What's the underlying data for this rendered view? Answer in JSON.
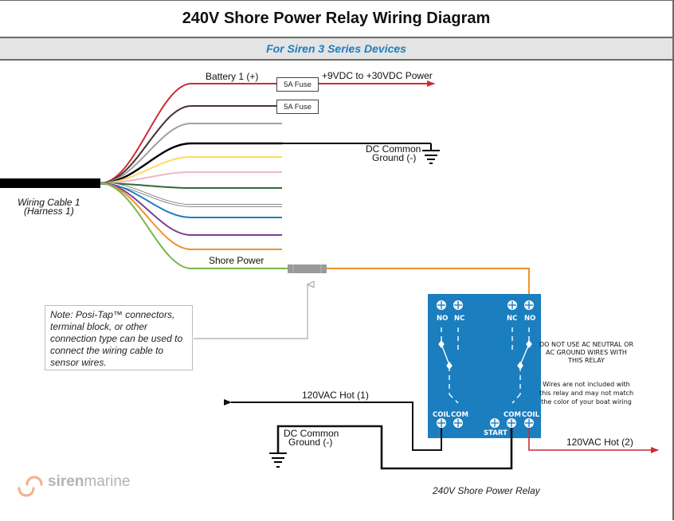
{
  "header": {
    "title": "240V Shore Power Relay Wiring Diagram",
    "subtitle": "For Siren 3 Series Devices"
  },
  "colors": {
    "subtitle_text": "#1a7ebf",
    "relay_body": "#1a7ebf",
    "hot_wire": "#cc2b36",
    "orange_wire": "#f0922b",
    "green_wire": "#7ab648",
    "logo_icon": "#f2b48f"
  },
  "harness": {
    "label_line1": "Wiring Cable 1",
    "label_line2": "(Harness 1)",
    "wires": [
      {
        "color": "#cc2b36",
        "name": "red",
        "label": "Battery 1 (+)"
      },
      {
        "color": "#4a3232",
        "name": "brown",
        "label": ""
      },
      {
        "color": "#a0a0a0",
        "name": "gray",
        "label": ""
      },
      {
        "color": "#000000",
        "name": "black",
        "label": ""
      },
      {
        "color": "#ffd966",
        "name": "yellow",
        "label": ""
      },
      {
        "color": "#f4b6c8",
        "name": "pink",
        "label": ""
      },
      {
        "color": "#2e6b30",
        "name": "dark-green",
        "label": ""
      },
      {
        "color": "#ffffff",
        "name": "white",
        "label": ""
      },
      {
        "color": "#1f7fc0",
        "name": "blue",
        "label": ""
      },
      {
        "color": "#7a3f97",
        "name": "purple",
        "label": ""
      },
      {
        "color": "#f0922b",
        "name": "orange",
        "label": ""
      },
      {
        "color": "#7ab648",
        "name": "green",
        "label": "Shore Power"
      }
    ]
  },
  "fuses": [
    {
      "label": "5A Fuse"
    },
    {
      "label": "5A Fuse"
    }
  ],
  "labels": {
    "battery": "Battery 1 (+)",
    "power_out": "+9VDC to +30VDC Power",
    "dc_ground_top_line1": "DC Common",
    "dc_ground_top_line2": "Ground (-)",
    "shore_power": "Shore Power",
    "hot1": "120VAC Hot (1)",
    "hot2": "120VAC Hot (2)",
    "dc_ground_bottom_line1": "DC Common",
    "dc_ground_bottom_line2": "Ground (-)"
  },
  "note": {
    "text": "Note: Posi-Tap™ connectors, terminal block, or other connection type can be used to connect the wiring cable to sensor wires."
  },
  "relay": {
    "top_left": [
      "NO",
      "NC"
    ],
    "top_right": [
      "NC",
      "NO"
    ],
    "bottom_left": [
      "COIL",
      "COM"
    ],
    "bottom_right": [
      "COM",
      "COIL"
    ],
    "start": "START",
    "caption": "240V Shore Power Relay"
  },
  "warnings": {
    "w1_line1": "DO NOT USE AC NEUTRAL OR",
    "w1_line2": "AC GROUND WIRES WITH",
    "w1_line3": "THIS RELAY",
    "w2_line1": "Wires are not included with",
    "w2_line2": "this relay and may not match",
    "w2_line3": "the color of your boat wiring"
  },
  "logo": {
    "bold": "siren",
    "light": "marine"
  }
}
